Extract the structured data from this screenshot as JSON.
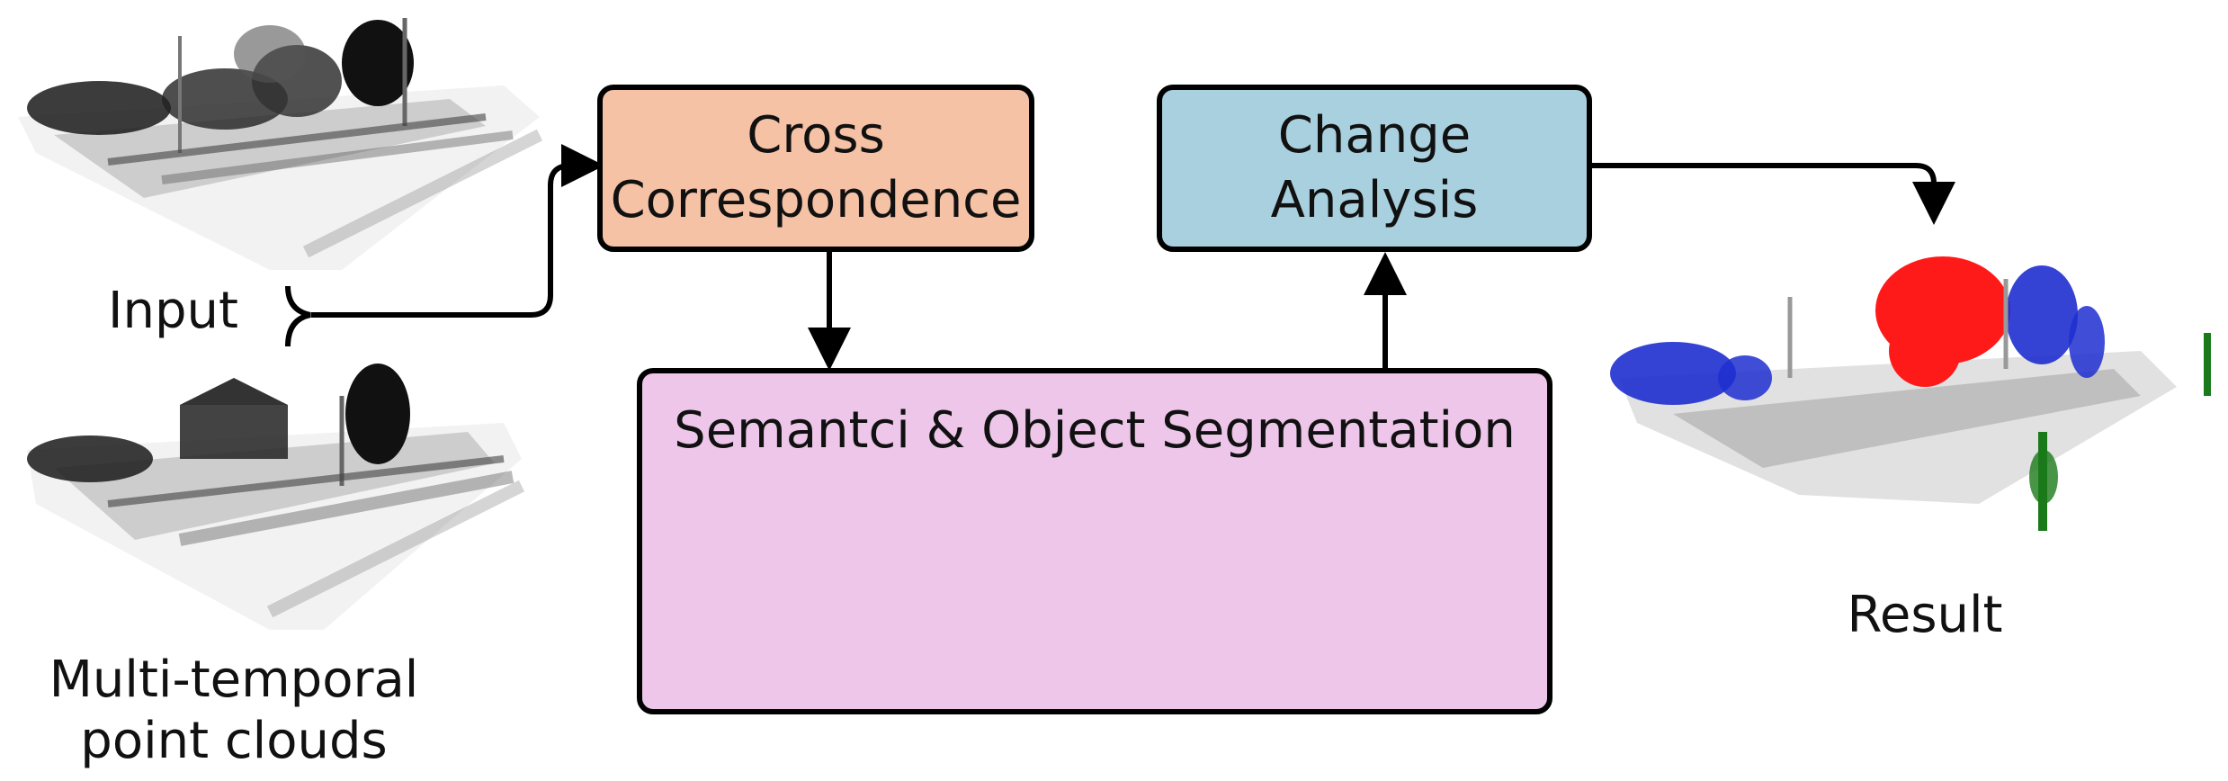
{
  "boxes": {
    "cross_correspondence": {
      "line1": "Cross",
      "line2": "Correspondence"
    },
    "change_analysis": {
      "line1": "Change",
      "line2": "Analysis"
    },
    "segmentation": {
      "title": "Semantci & Object Segmentation"
    }
  },
  "labels": {
    "input": "Input",
    "multi_temporal_line1": "Multi-temporal",
    "multi_temporal_line2": "point clouds",
    "result": "Result"
  },
  "colors": {
    "cross_box": "#f5c2a6",
    "change_box": "#a9d0de",
    "segmentation_box": "#edc6ea",
    "change_added": "#1f2fd0",
    "change_removed": "#ff1a1a",
    "change_other": "#1a7a1a"
  }
}
